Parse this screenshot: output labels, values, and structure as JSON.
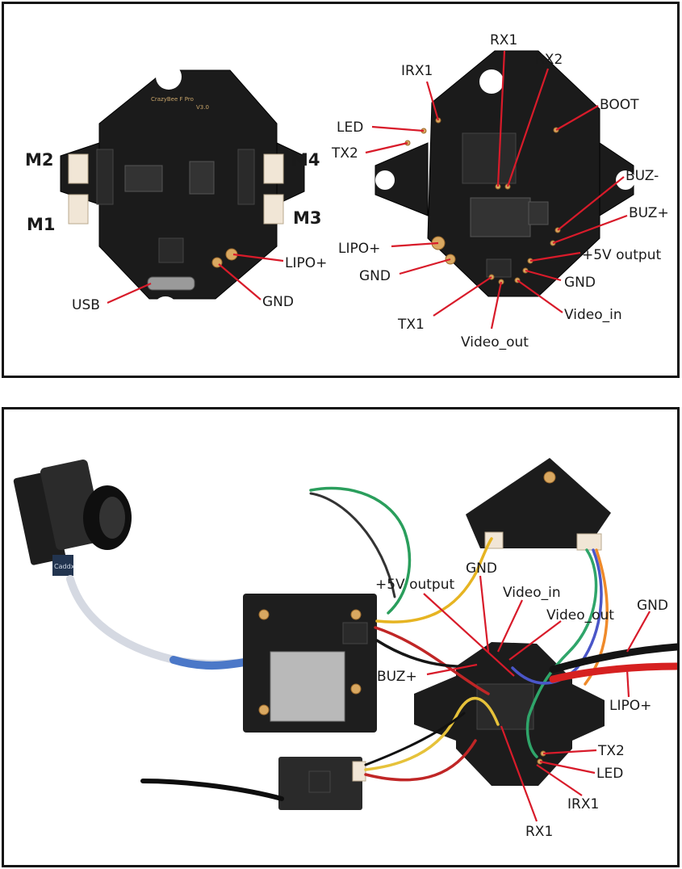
{
  "top_panel": {
    "labels": {
      "m2": "M2",
      "m4": "M4",
      "m1": "M1",
      "m3": "M3",
      "usb": "USB",
      "gnd_left": "GND",
      "lipo_left": "LIPO+",
      "rx1": "RX1",
      "rx2": "RX2",
      "irx1": "IRX1",
      "boot": "BOOT",
      "led": "LED",
      "tx2": "TX2",
      "buz_minus": "BUZ-",
      "buz_plus": "BUZ+",
      "lipo_right": "LIPO+",
      "v5_output": "+5V output",
      "gnd_mid": "GND",
      "gnd_right": "GND",
      "tx1": "TX1",
      "video_in": "Video_in",
      "video_out": "Video_out"
    },
    "board_silkscreen": "CrazyBee F Pro",
    "board_version": "V3.0"
  },
  "bottom_panel": {
    "labels": {
      "gnd_top": "GND",
      "v5_output": "+5V output",
      "video_in": "Video_in",
      "video_out": "Video_out",
      "gnd_right": "GND",
      "buz_plus": "BUZ+",
      "lipo_plus": "LIPO+",
      "tx2": "TX2",
      "led": "LED",
      "irx1": "IRX1",
      "rx1": "RX1"
    },
    "camera_badge": "Caddx"
  },
  "colors": {
    "leader_line": "#d81b2a",
    "pcb": "#1b1b1b",
    "pad": "#d9a861",
    "frame": "#111111"
  }
}
